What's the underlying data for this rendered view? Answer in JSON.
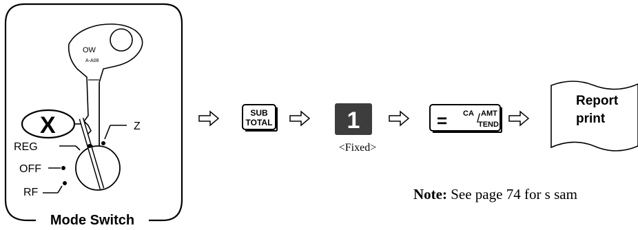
{
  "mode_switch": {
    "title": "Mode Switch",
    "key_brand": "OW",
    "key_code": "A-A08",
    "positions": {
      "x": "X",
      "z": "Z",
      "reg": "REG",
      "off": "OFF",
      "rf": "RF"
    }
  },
  "keys": {
    "subtotal_top": "SUB",
    "subtotal_bottom": "TOTAL",
    "numeral": "1",
    "numeral_caption": "<Fixed>",
    "ca_equals": "=",
    "ca_top": "CA",
    "ca_amt": "AMT",
    "ca_tend": "TEND"
  },
  "report": {
    "line1": "Report",
    "line2": "print"
  },
  "note": {
    "label": "Note:",
    "text": " See page 74 for s sam"
  }
}
